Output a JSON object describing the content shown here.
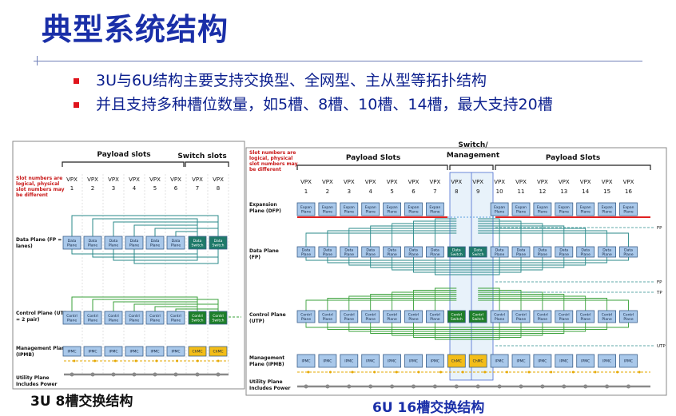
{
  "title": "典型系统结构",
  "bullets": [
    "3U与6U结构主要支持交换型、全网型、主从型等拓扑结构",
    "并且支持多种槽位数量，如5槽、8槽、10槽、14槽，最大支持20槽"
  ],
  "colors": {
    "title": "#1a2fa8",
    "bullet_text": "#0b1f8e",
    "bullet_mark": "#e0141c",
    "node_fill": "#a9c8ea",
    "switch_fill": "#1f7a6a",
    "control_switch_fill": "#1e7f2a",
    "chmc_fill": "#f3bd18",
    "dfp_line": "#e02020",
    "link_color": "#2a8a8a"
  },
  "left_diagram": {
    "note": "Slot numbers are logical, physical slot numbers may be different",
    "header_payload": "Payload slots",
    "header_switch": "Switch slots",
    "slots": [
      {
        "vpx": "VPX",
        "num": "1"
      },
      {
        "vpx": "VPX",
        "num": "2"
      },
      {
        "vpx": "VPX",
        "num": "3"
      },
      {
        "vpx": "VPX",
        "num": "4"
      },
      {
        "vpx": "VPX",
        "num": "5"
      },
      {
        "vpx": "VPX",
        "num": "6"
      },
      {
        "vpx": "VPX",
        "num": "7"
      },
      {
        "vpx": "VPX",
        "num": "8"
      }
    ],
    "row_labels": {
      "data": "Data Plane (FP = 4 lanes)",
      "control": "Control Plane (UTP = 2 pair)",
      "mgmt": "Management Plane (IPMB)",
      "utility": "Utility Plane Includes Power"
    },
    "box_data": "Data Plane",
    "box_data_switch": "Data Switch",
    "box_control": "Contrl Plane",
    "box_control_switch": "Contrl Switch",
    "box_ipmc": "IPMC",
    "box_chmc": "ChMC",
    "caption": "3U 8槽交换结构"
  },
  "right_diagram": {
    "note": "Slot numbers are logical, physical slot numbers may be different",
    "header_payload_left": "Payload Slots",
    "header_switch": "Switch/ Management",
    "header_payload_right": "Payload Slots",
    "slots": [
      {
        "vpx": "VPX",
        "num": "1"
      },
      {
        "vpx": "VPX",
        "num": "2"
      },
      {
        "vpx": "VPX",
        "num": "3"
      },
      {
        "vpx": "VPX",
        "num": "4"
      },
      {
        "vpx": "VPX",
        "num": "5"
      },
      {
        "vpx": "VPX",
        "num": "6"
      },
      {
        "vpx": "VPX",
        "num": "7"
      },
      {
        "vpx": "VPX",
        "num": "8"
      },
      {
        "vpx": "VPX",
        "num": "9"
      },
      {
        "vpx": "VPX",
        "num": "10"
      },
      {
        "vpx": "VPX",
        "num": "11"
      },
      {
        "vpx": "VPX",
        "num": "12"
      },
      {
        "vpx": "VPX",
        "num": "13"
      },
      {
        "vpx": "VPX",
        "num": "14"
      },
      {
        "vpx": "VPX",
        "num": "15"
      },
      {
        "vpx": "VPX",
        "num": "16"
      }
    ],
    "row_labels": {
      "expansion": "Expansion Plane (DFP)",
      "data": "Data Plane (FP)",
      "control": "Control Plane (UTP)",
      "mgmt": "Management Plane (IPMB)",
      "utility": "Utility Plane Includes Power"
    },
    "box_expan": "Expan Plane",
    "box_data": "Data Plane",
    "box_data_switch": "Data Switch",
    "box_control": "Contrl Plane",
    "box_control_switch": "Contrl Switch",
    "box_ipmc": "IPMC",
    "box_chmc": "ChMC",
    "ext_labels": [
      "FP",
      "FP",
      "TP",
      "UTP"
    ],
    "caption": "6U 16槽交换结构"
  }
}
